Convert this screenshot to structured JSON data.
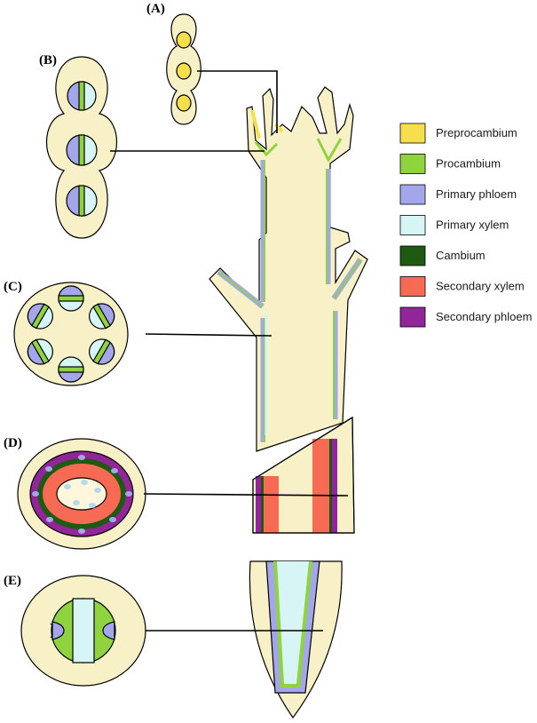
{
  "panels": {
    "a": "(A)",
    "b": "(B)",
    "c": "(C)",
    "d": "(D)",
    "e": "(E)"
  },
  "legend": [
    {
      "label": "Preprocambium",
      "color": "#f5df4d"
    },
    {
      "label": "Procambium",
      "color": "#8fd43f"
    },
    {
      "label": "Primary phloem",
      "color": "#a4a6ec"
    },
    {
      "label": "Primary xylem",
      "color": "#d8f5f5"
    },
    {
      "label": "Cambium",
      "color": "#1f5a12"
    },
    {
      "label": "Secondary xylem",
      "color": "#f76a53"
    },
    {
      "label": "Secondary phloem",
      "color": "#93259a"
    }
  ],
  "colors": {
    "ground_tissue": "#f8f0c6",
    "outline": "#000000"
  }
}
